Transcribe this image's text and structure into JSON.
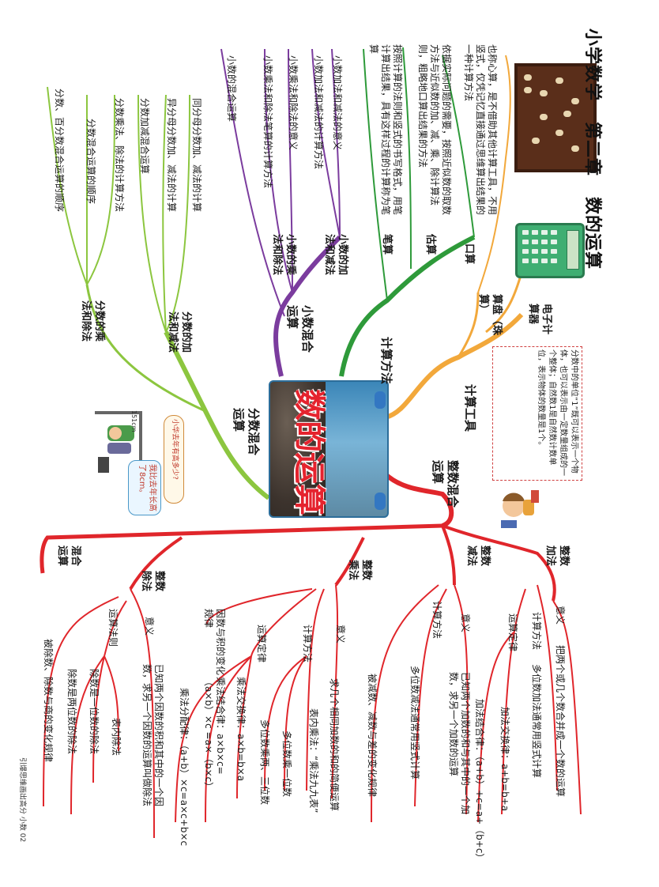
{
  "title": {
    "part1": "小学数学",
    "part2": "第二章",
    "part3": "数的运算"
  },
  "center": {
    "title": "数的运算"
  },
  "colors": {
    "orange": "#f2a83b",
    "green_dark": "#2e9a3a",
    "green_light": "#8cc63f",
    "purple": "#7b3c9e",
    "red": "#e0262b",
    "note_border": "#d04040"
  },
  "branches": {
    "tools": "计算工具",
    "abacus": "算盘（珠算）",
    "calculator": "电子计算器",
    "oral": "口算",
    "oral_desc": "也称心算，是不借助其他计算工具，不用竖式，仅凭记忆直接通过思维算出结果的一种计算方法",
    "methods": "计算方法",
    "estimate": "估算",
    "estimate_desc": "依据实际问题的需要，按照近似数的取数方法与近似数的加、减、乘、除计算法则，粗略地口算出结果的方法",
    "written": "笔算",
    "written_desc": "按照计算的法则和竖式的书写格式，用笔计算出结果，具有这样过程的计算称为笔算",
    "decimal": "小数混合运算",
    "dec_add": "小数的加法和减法",
    "dec_add_1": "小数加法和减法的意义",
    "dec_add_2": "小数加法和减法的计算方法",
    "dec_mul": "小数的乘法和除法",
    "dec_mul_1": "小数乘法和除法的意义",
    "dec_mul_2": "小数乘法和除法笔算的计算方法",
    "dec_mix": "小数的混合运算",
    "fraction": "分数混合运算",
    "frac_add": "分数的加法和减法",
    "frac_add_1": "同分母分数加、减法的计算",
    "frac_add_2": "异分母分数加、减法的计算",
    "frac_add_3": "分数加减混合运算",
    "frac_mul": "分数的乘法和除法",
    "frac_mul_1": "分数乘法、除法的计算方法",
    "frac_mul_2": "分数混合运算的顺序",
    "frac_mul_3": "分数、百分数混合运算的顺序",
    "integer": "整数混合运算",
    "int_add": "整数加法",
    "int_add_meaning": "意义",
    "int_add_meaning_desc": "把两个或几个数合并成一个数的运算",
    "int_add_method": "计算方法",
    "int_add_method_desc": "多位数加法通常用竖式计算",
    "int_add_law": "运算定律",
    "int_add_law_1": "加法交换律：a+b=b+a",
    "int_add_law_2": "加法结合律：（a+b）+c=a+（b+c）",
    "int_sub": "整数减法",
    "int_sub_meaning": "意义",
    "int_sub_meaning_desc": "已知两个加数的和与其中的一个加数，求另一个加数的运算",
    "int_sub_method": "计算方法",
    "int_sub_method_desc": "多位数减法通常用竖式计算",
    "int_sub_change": "被减数、减数与差的变化规律",
    "int_mul": "整数乘法",
    "int_mul_meaning": "意义",
    "int_mul_meaning_desc": "求几个相同加数的和的简便运算",
    "int_mul_method": "计算方法",
    "int_mul_method_1": "表内乘法：“乘法九九表”",
    "int_mul_method_2": "多位数乘一位数",
    "int_mul_method_3": "多位数乘两、三位数",
    "int_mul_law": "运算定律",
    "int_mul_law_1": "乘法交换律：a×b=b×a",
    "int_mul_law_2": "乘法结合律：a×b×c=（a×b）×c =a×（b×c）",
    "int_mul_law_3": "乘法分配律：（a+b）×c=a×c+b×c",
    "int_mul_change": "因数与积的变化规律",
    "int_div": "整数除法",
    "int_div_meaning": "意义",
    "int_div_meaning_desc": "已知两个因数的积和其中的一个因数，求另一个因数的运算叫做除法",
    "int_div_rule": "运算法则",
    "int_div_rule_1": "表内除法",
    "int_div_rule_2": "除数是一位数的除法",
    "int_div_rule_3": "除数是两位数的除法",
    "int_div_change": "被除数、除数与商的变化规律",
    "int_mixed": "混合运算"
  },
  "note": "分数中的单位“1”既可以表示一个物体，也可以表示由一定数量组成的一个整体；自然数1是自然数计数单位，表示物体的数量是1个。",
  "illus": {
    "bubble1": "小华去年有高多少?",
    "bubble2": "我比去年长高了8cm。",
    "size": "151cm"
  },
  "footer": "引爆思维画出高分 小数 02"
}
